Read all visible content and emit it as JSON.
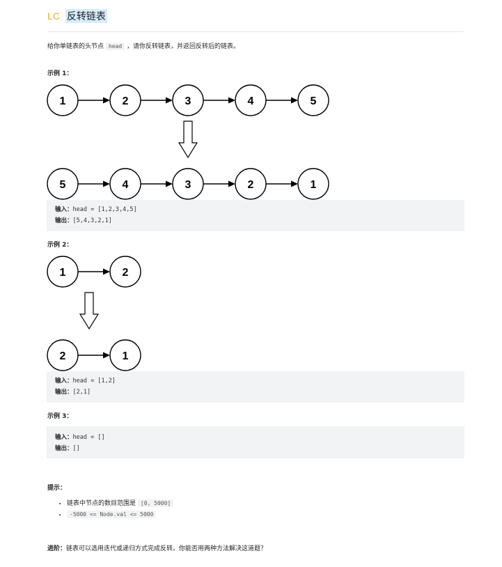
{
  "header": {
    "tag": "LC",
    "title": "反转链表"
  },
  "description": {
    "before": "给你单链表的头节点 ",
    "code": "head",
    "after": " ，请你反转链表，并返回反转后的链表。"
  },
  "examples": [
    {
      "label": "示例 1：",
      "before_nodes": [
        "1",
        "2",
        "3",
        "4",
        "5"
      ],
      "after_nodes": [
        "5",
        "4",
        "3",
        "2",
        "1"
      ],
      "input_label": "输入：",
      "input_value": "head = [1,2,3,4,5]",
      "output_label": "输出：",
      "output_value": "[5,4,3,2,1]"
    },
    {
      "label": "示例 2：",
      "before_nodes": [
        "1",
        "2"
      ],
      "after_nodes": [
        "2",
        "1"
      ],
      "input_label": "输入：",
      "input_value": "head = [1,2]",
      "output_label": "输出：",
      "output_value": "[2,1]"
    },
    {
      "label": "示例 3：",
      "input_label": "输入：",
      "input_value": "head = []",
      "output_label": "输出：",
      "output_value": "[]"
    }
  ],
  "hints": {
    "title": "提示：",
    "items": [
      {
        "text": "链表中节点的数目范围是 ",
        "code": "[0, 5000]"
      },
      {
        "text": "",
        "code": "-5000 <= Node.val <= 5000"
      }
    ]
  },
  "advanced": {
    "label": "进阶：",
    "text": "链表可以选用迭代或递归方式完成反转。你能否用两种方法解决这道题？"
  }
}
